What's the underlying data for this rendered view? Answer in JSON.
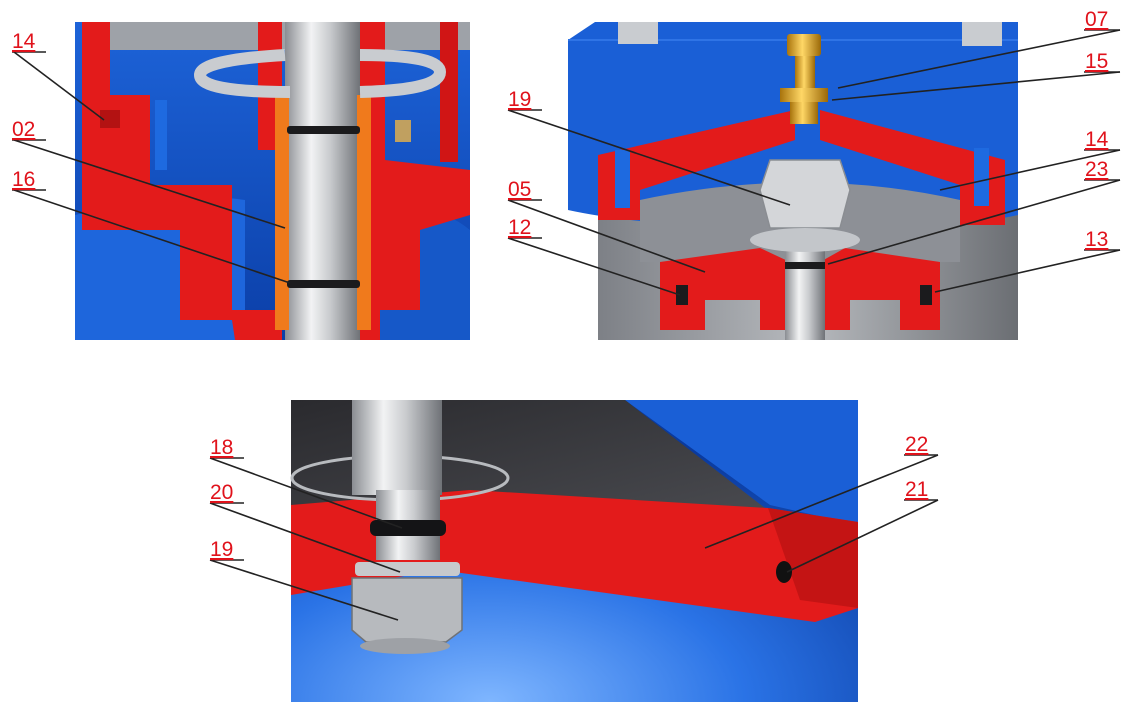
{
  "colors": {
    "label": "#e0121b",
    "leader": "#222222",
    "casting_blue": "#1a5fd6",
    "section_red": "#e31b1b",
    "steel": "#b9bcc0",
    "brass": "#d9a21e",
    "seal_orange": "#f07a1c",
    "background": "#ffffff"
  },
  "panels": [
    {
      "name": "stem-seal-detail",
      "labels": [
        "14",
        "02",
        "16"
      ]
    },
    {
      "name": "bonnet-detail",
      "labels": [
        "07",
        "15",
        "19",
        "14",
        "05",
        "23",
        "12",
        "13"
      ]
    },
    {
      "name": "disc-detail",
      "labels": [
        "18",
        "20",
        "19",
        "22",
        "21"
      ]
    }
  ]
}
